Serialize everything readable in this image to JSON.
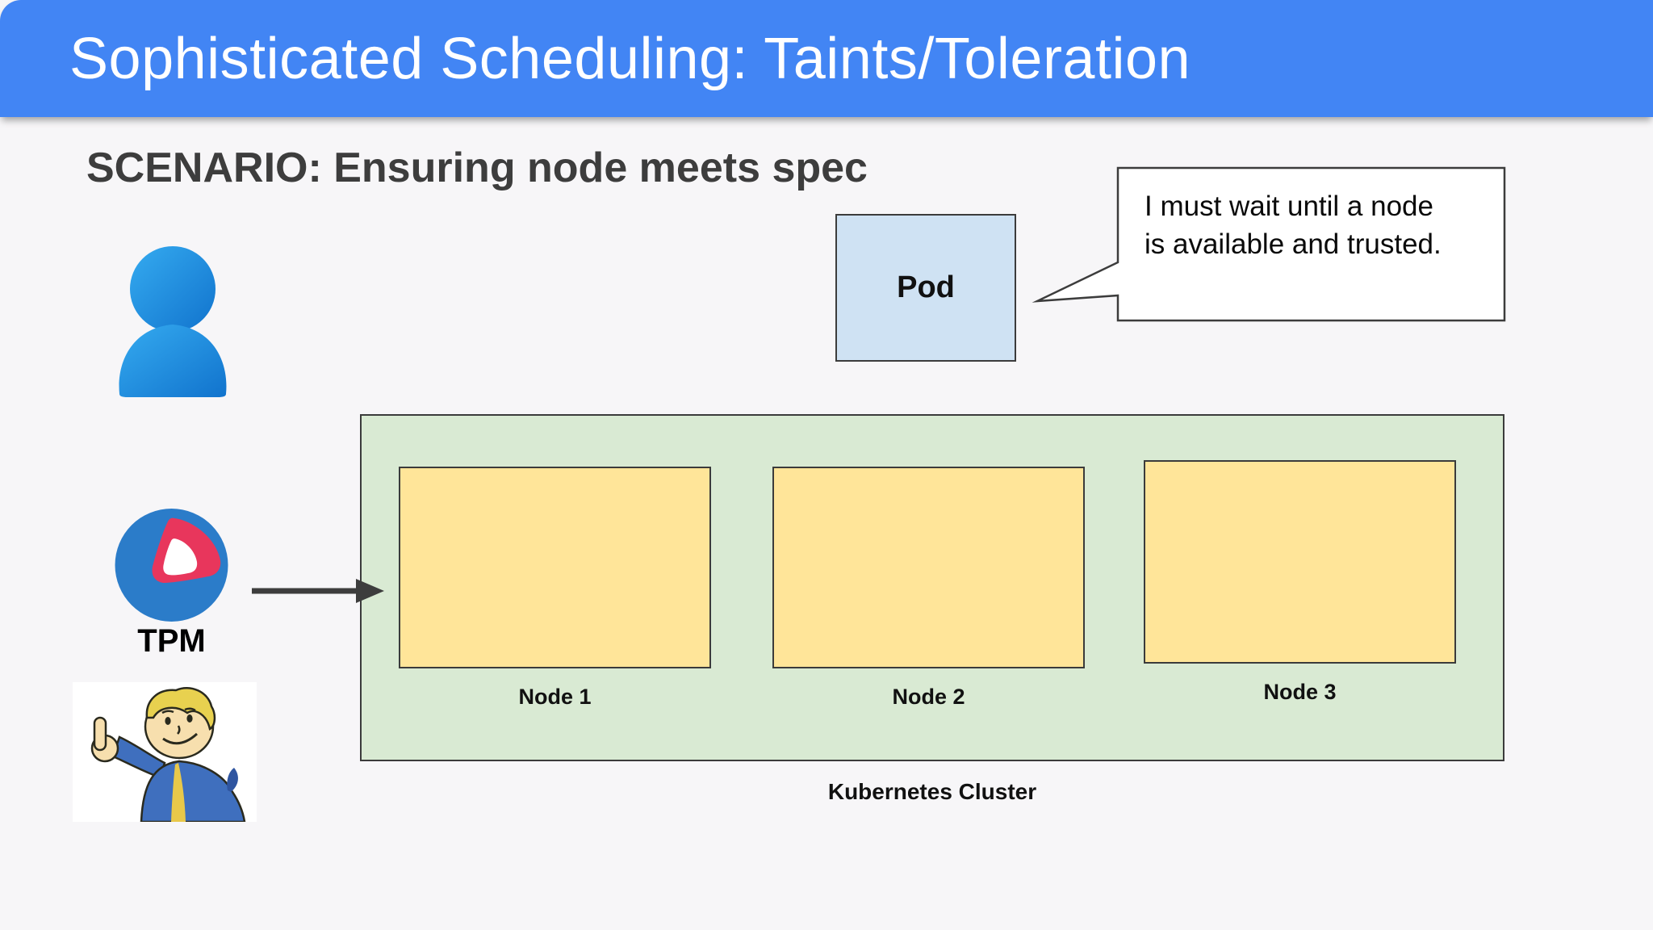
{
  "slide": {
    "title": "Sophisticated Scheduling: Taints/Toleration",
    "subtitle": "SCENARIO: Ensuring node meets spec"
  },
  "pod": {
    "label": "Pod"
  },
  "speech_bubble": {
    "line1": "I must wait until a node",
    "line2": "is available and trusted."
  },
  "tpm": {
    "label": "TPM"
  },
  "cluster": {
    "label": "Kubernetes Cluster",
    "nodes": [
      {
        "label": "Node 1"
      },
      {
        "label": "Node 2"
      },
      {
        "label": "Node 3"
      }
    ]
  },
  "icons": {
    "person": "user-silhouette-icon",
    "tpm_logo": "tpm-logo-icon",
    "arrow": "right-arrow-icon",
    "vault_boy": "vault-boy-thumbs-up-image"
  },
  "colors": {
    "header_blue": "#4285f4",
    "page_bg": "#f7f6f8",
    "pod_fill": "#cfe2f3",
    "bubble_fill": "#ffffff",
    "cluster_fill": "#d9ead3",
    "node_fill": "#ffe599",
    "border_dark": "#3b3b3b",
    "title_text": "#ffffff",
    "subtitle_text": "#3d3d3d",
    "person_blue_light": "#35abf0",
    "person_blue_dark": "#1173cd",
    "tpm_blue": "#2b7cc9",
    "tpm_red": "#e8365c"
  }
}
